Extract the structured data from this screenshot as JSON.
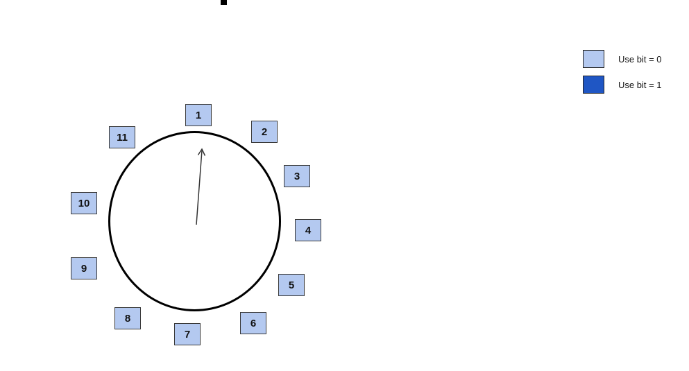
{
  "colors": {
    "use_bit_0": "#b4c9f0",
    "use_bit_1": "#1f56c4"
  },
  "legend": [
    {
      "label": "Use bit = 0",
      "color": "#b4c9f0"
    },
    {
      "label": "Use bit = 1",
      "color": "#1f56c4"
    }
  ],
  "frames": [
    {
      "label": "1",
      "use_bit": 0
    },
    {
      "label": "2",
      "use_bit": 0
    },
    {
      "label": "3",
      "use_bit": 0
    },
    {
      "label": "4",
      "use_bit": 0
    },
    {
      "label": "5",
      "use_bit": 0
    },
    {
      "label": "6",
      "use_bit": 0
    },
    {
      "label": "7",
      "use_bit": 0
    },
    {
      "label": "8",
      "use_bit": 0
    },
    {
      "label": "9",
      "use_bit": 0
    },
    {
      "label": "10",
      "use_bit": 0
    },
    {
      "label": "11",
      "use_bit": 0
    }
  ],
  "hand": {
    "points_to_frame": "1"
  }
}
